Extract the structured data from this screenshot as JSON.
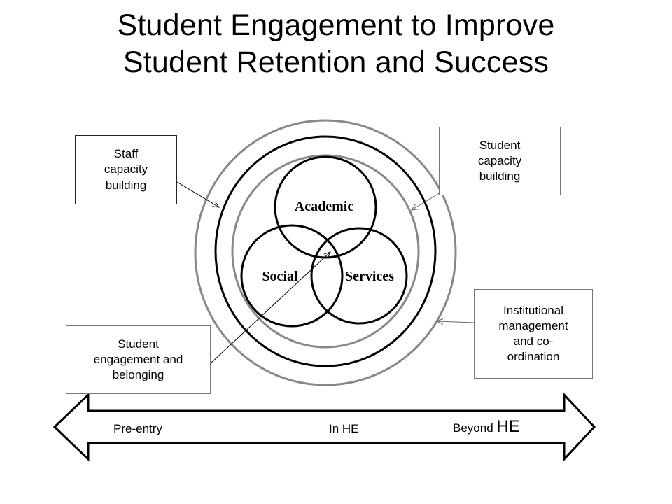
{
  "title": {
    "line1": "Student Engagement to Improve",
    "line2": "Student Retention and Success"
  },
  "venn": {
    "top": "Academic",
    "left": "Social",
    "right": "Services"
  },
  "boxes": {
    "staff": [
      "Staff",
      "capacity",
      "building"
    ],
    "student_capacity": [
      "Student",
      "capacity",
      "building"
    ],
    "institutional": [
      "Institutional",
      "management",
      "and co-",
      "ordination"
    ],
    "engagement": [
      "Student",
      "engagement and",
      "belonging"
    ]
  },
  "timeline": {
    "pre_entry": "Pre-entry",
    "in_he": "In HE",
    "beyond": "Beyond",
    "beyond_suffix": "HE"
  }
}
